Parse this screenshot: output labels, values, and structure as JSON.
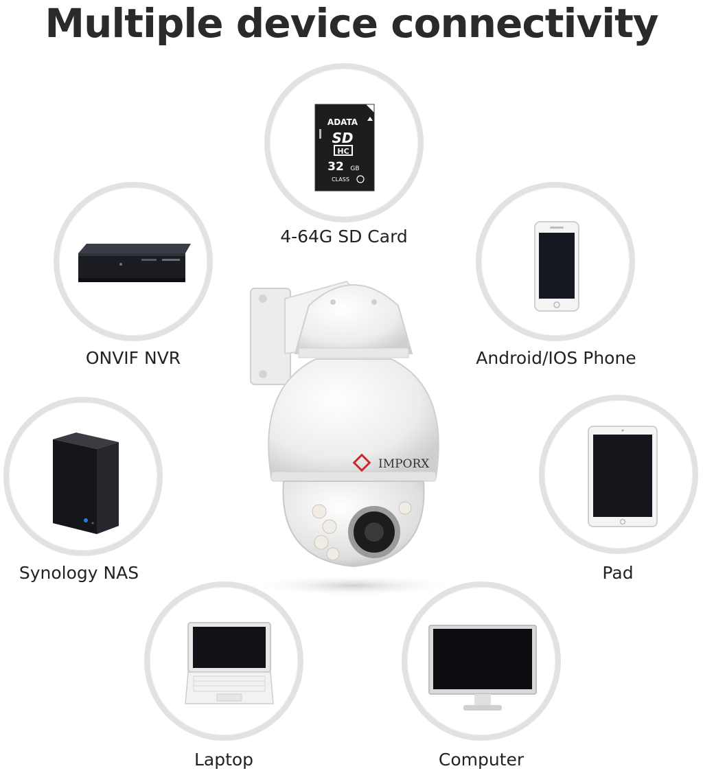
{
  "title": "Multiple device connectivity",
  "devices": [
    {
      "name": "sd-card",
      "label": "4-64G SD Card",
      "icon": "sd-card-icon"
    },
    {
      "name": "nvr",
      "label": "ONVIF NVR",
      "icon": "nvr-recorder-icon"
    },
    {
      "name": "phone",
      "label": "Android/IOS Phone",
      "icon": "smartphone-icon"
    },
    {
      "name": "nas",
      "label": "Synology NAS",
      "icon": "nas-server-icon"
    },
    {
      "name": "pad",
      "label": "Pad",
      "icon": "tablet-icon"
    },
    {
      "name": "laptop",
      "label": "Laptop",
      "icon": "laptop-icon"
    },
    {
      "name": "computer",
      "label": "Computer",
      "icon": "monitor-icon"
    }
  ],
  "sd_card": {
    "brand": "ADATA",
    "capacity": "32",
    "unit": "GB",
    "class": "CLASS"
  },
  "camera": {
    "brand": "IMPORX",
    "icon": "ptz-dome-camera-icon"
  }
}
